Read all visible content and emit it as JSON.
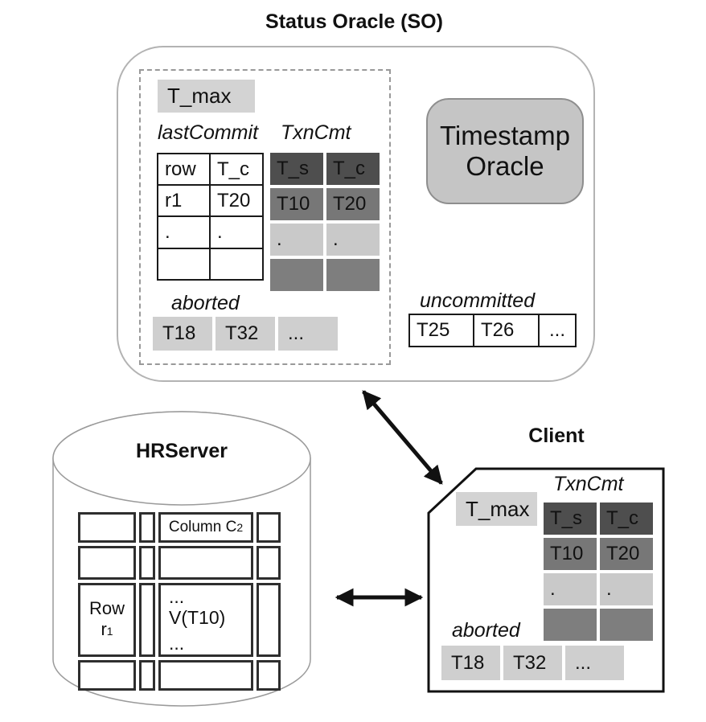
{
  "colors": {
    "header_dark": "#4e4e4e",
    "row_mid": "#777777",
    "row_light": "#c9c9c9",
    "row_empty": "#7e7e7e",
    "label_bg": "#d3d3d3",
    "aborted_bg": "#cfcfcf",
    "oracle_fill": "#c5c5c5"
  },
  "so": {
    "title": "Status Oracle (SO)",
    "t_max": "T_max",
    "last_commit": {
      "label": "lastCommit",
      "headers": [
        "row",
        "T_c"
      ],
      "rows": [
        [
          "r1",
          "T20"
        ],
        [
          ".",
          "."
        ],
        [
          "",
          ""
        ]
      ]
    },
    "txn_cmt": {
      "label": "TxnCmt",
      "headers": [
        "T_s",
        "T_c"
      ],
      "rows": [
        [
          "T10",
          "T20"
        ],
        [
          ".",
          "."
        ],
        [
          "",
          ""
        ]
      ]
    },
    "aborted": {
      "label": "aborted",
      "cells": [
        "T18",
        "T32",
        "..."
      ]
    },
    "uncommitted": {
      "label": "uncommitted",
      "cells": [
        "T25",
        "T26",
        "..."
      ]
    }
  },
  "timestamp_oracle": {
    "label": "Timestamp Oracle"
  },
  "hrserver": {
    "title": "HRServer",
    "col_header": {
      "base": "Column C",
      "sub": "2"
    },
    "row_label": {
      "line1": "Row",
      "base": "r",
      "sub": "1"
    },
    "value_cell": {
      "top": "...",
      "mid": "V(T10)",
      "bottom": "..."
    }
  },
  "client": {
    "title": "Client",
    "t_max": "T_max",
    "txn_cmt": {
      "label": "TxnCmt",
      "headers": [
        "T_s",
        "T_c"
      ],
      "rows": [
        [
          "T10",
          "T20"
        ],
        [
          ".",
          "."
        ],
        [
          "",
          ""
        ]
      ]
    },
    "aborted": {
      "label": "aborted",
      "cells": [
        "T18",
        "T32",
        "..."
      ]
    }
  }
}
